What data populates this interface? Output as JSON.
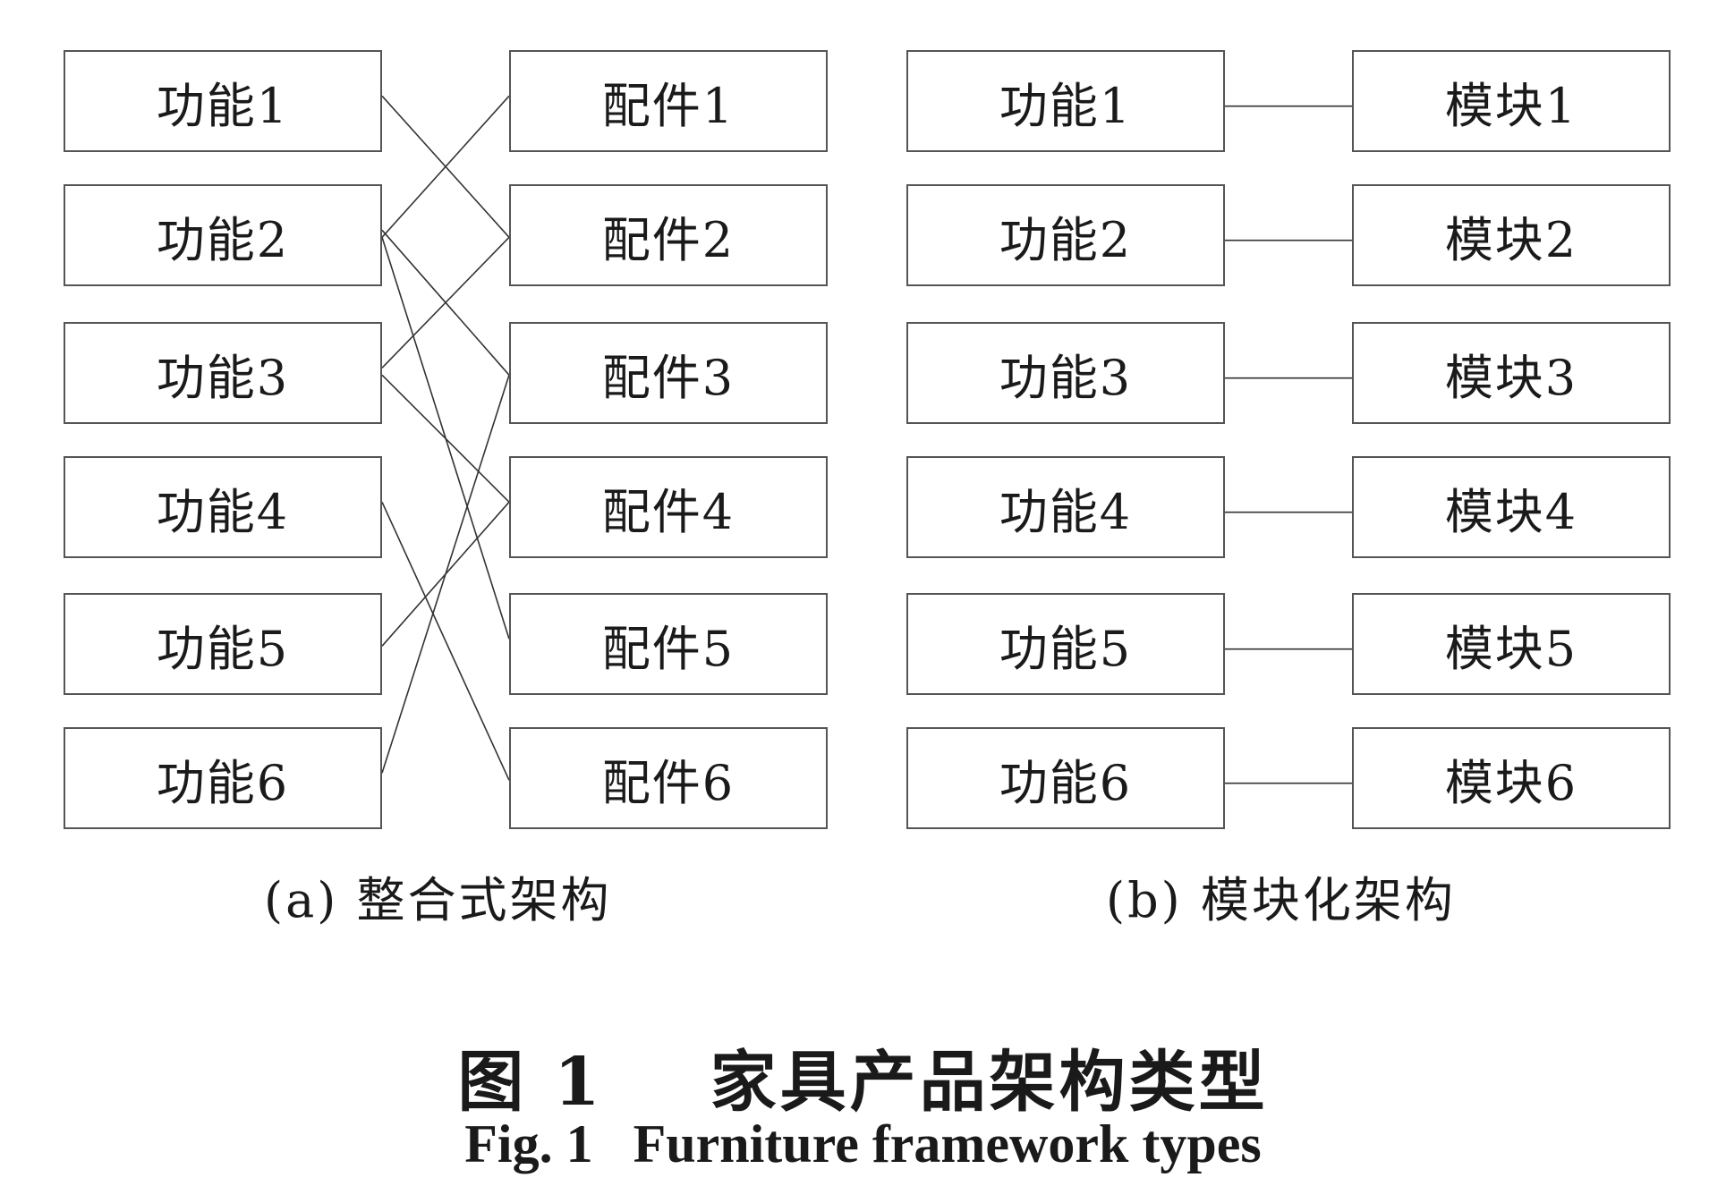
{
  "integral": {
    "functions": [
      "功能1",
      "功能2",
      "功能3",
      "功能4",
      "功能5",
      "功能6"
    ],
    "parts": [
      "配件1",
      "配件2",
      "配件3",
      "配件4",
      "配件5",
      "配件6"
    ],
    "links": [
      [
        1,
        2
      ],
      [
        2,
        1
      ],
      [
        2,
        3
      ],
      [
        2,
        5
      ],
      [
        3,
        2
      ],
      [
        3,
        4
      ],
      [
        4,
        6
      ],
      [
        5,
        4
      ],
      [
        6,
        3
      ]
    ],
    "caption": "(a) 整合式架构"
  },
  "modular": {
    "functions": [
      "功能1",
      "功能2",
      "功能3",
      "功能4",
      "功能5",
      "功能6"
    ],
    "modules": [
      "模块1",
      "模块2",
      "模块3",
      "模块4",
      "模块5",
      "模块6"
    ],
    "links": [
      [
        1,
        1
      ],
      [
        2,
        2
      ],
      [
        3,
        3
      ],
      [
        4,
        4
      ],
      [
        5,
        5
      ],
      [
        6,
        6
      ]
    ],
    "caption": "(b) 模块化架构"
  },
  "figure": {
    "title_cn": "图 1    家具产品架构类型",
    "title_en": "Fig. 1   Furniture framework types"
  }
}
